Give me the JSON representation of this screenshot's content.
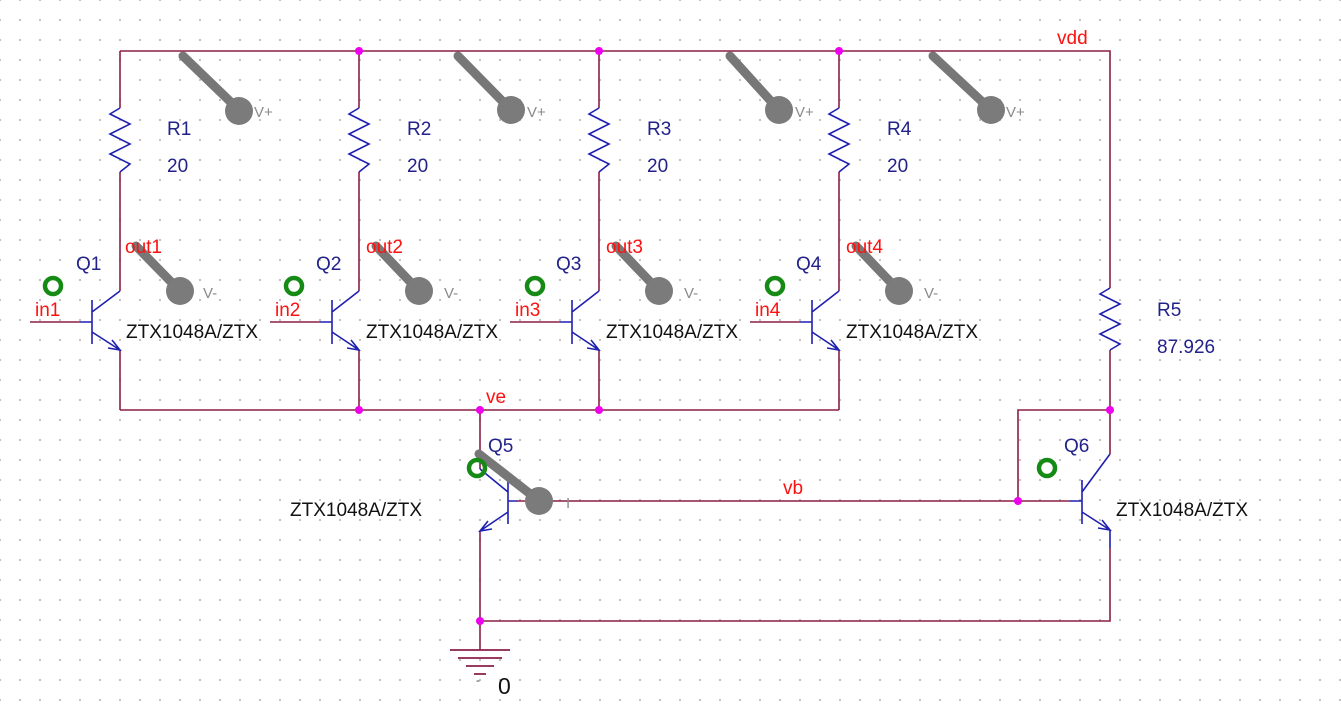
{
  "nets": {
    "vdd": "vdd",
    "ve": "ve",
    "vb": "vb",
    "ground": "0",
    "in1": "in1",
    "in2": "in2",
    "in3": "in3",
    "in4": "in4",
    "out1": "out1",
    "out2": "out2",
    "out3": "out3",
    "out4": "out4"
  },
  "resistors": [
    {
      "ref": "R1",
      "value": "20"
    },
    {
      "ref": "R2",
      "value": "20"
    },
    {
      "ref": "R3",
      "value": "20"
    },
    {
      "ref": "R4",
      "value": "20"
    },
    {
      "ref": "R5",
      "value": "87.926"
    }
  ],
  "transistors": [
    {
      "ref": "Q1",
      "model": "ZTX1048A/ZTX"
    },
    {
      "ref": "Q2",
      "model": "ZTX1048A/ZTX"
    },
    {
      "ref": "Q3",
      "model": "ZTX1048A/ZTX"
    },
    {
      "ref": "Q4",
      "model": "ZTX1048A/ZTX"
    },
    {
      "ref": "Q5",
      "model": "ZTX1048A/ZTX"
    },
    {
      "ref": "Q6",
      "model": "ZTX1048A/ZTX"
    }
  ],
  "probes": {
    "vplus": "V+",
    "vminus": "V-",
    "current": "I"
  },
  "colors": {
    "wire": "#8b1f47",
    "symbol": "#1f1fb0",
    "net_label": "#ff1010",
    "ref_label": "#22228a",
    "junction": "#ee00ee",
    "ground_marker": "#158a15",
    "probe": "#777777"
  }
}
